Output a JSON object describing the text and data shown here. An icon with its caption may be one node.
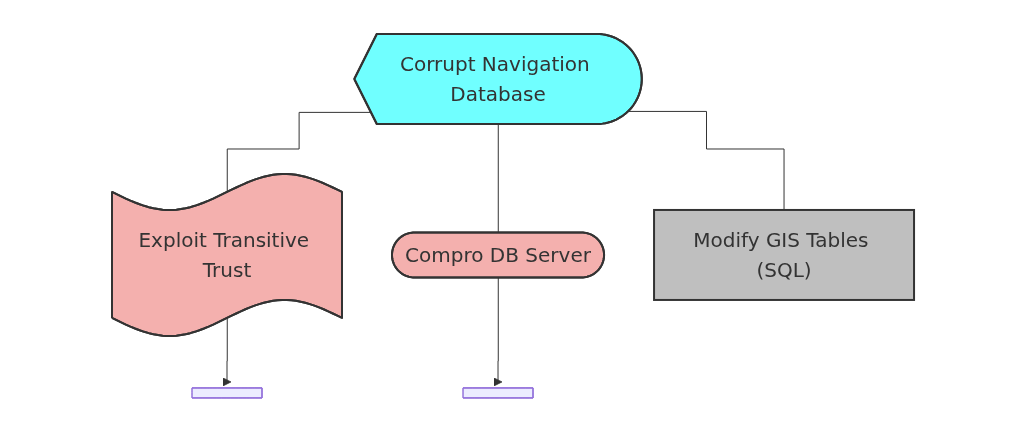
{
  "diagram": {
    "nodes": [
      {
        "text": [
          "Corrupt Navigation Database"
        ]
      },
      {
        "text": [
          "Exploit Transitive Trust"
        ]
      },
      {
        "text": [
          "Compro DB Server"
        ]
      },
      {
        "text": [
          "Modify GIS Tables (SQL)"
        ]
      },
      {
        "text": [],
        "shape": "bar"
      },
      {
        "text": [],
        "shape": "bar"
      }
    ],
    "edges": [
      {
        "from": 0,
        "to": 1,
        "arrow": "none"
      },
      {
        "from": 0,
        "to": 2,
        "arrow": "none"
      },
      {
        "from": 0,
        "to": 3,
        "arrow": "none"
      },
      {
        "from": 1,
        "to": 4,
        "arrow": "to"
      },
      {
        "from": 2,
        "to": 5,
        "arrow": "to"
      }
    ]
  }
}
